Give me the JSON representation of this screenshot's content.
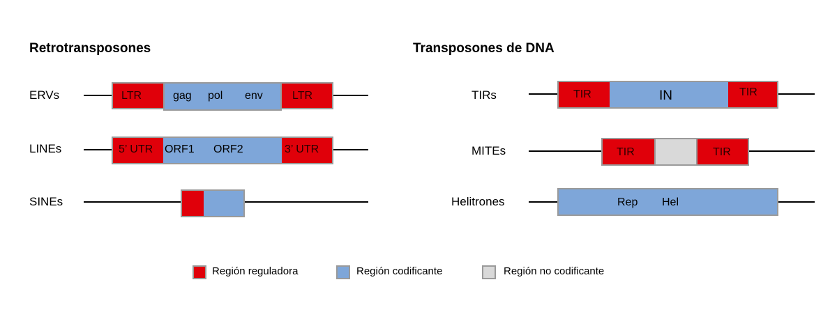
{
  "colors": {
    "regulatory": "#e0000a",
    "coding": "#7ea6d9",
    "noncoding": "#d9d9d9",
    "border": "#9a9a9a"
  },
  "sections": {
    "retro": {
      "title": "Retrotransposones",
      "rows": {
        "ervs": {
          "label": "ERVs",
          "texts": [
            "LTR",
            "gag",
            "pol",
            "env",
            "LTR"
          ]
        },
        "lines": {
          "label": "LINEs",
          "texts": [
            "5’ UTR",
            "ORF1",
            "ORF2",
            "3’ UTR"
          ]
        },
        "sines": {
          "label": "SINEs"
        }
      }
    },
    "dna": {
      "title": "Transposones de DNA",
      "rows": {
        "tirs": {
          "label": "TIRs",
          "texts": [
            "TIR",
            "IN",
            "TIR"
          ]
        },
        "mites": {
          "label": "MITEs",
          "texts": [
            "TIR",
            "TIR"
          ]
        },
        "helitrones": {
          "label": "Helitrones",
          "texts": [
            "Rep",
            "Hel"
          ]
        }
      }
    }
  },
  "legend": [
    {
      "label": "Región reguladora",
      "color": "#e0000a"
    },
    {
      "label": "Región codificante",
      "color": "#7ea6d9"
    },
    {
      "label": "Región no codificante",
      "color": "#d9d9d9"
    }
  ]
}
